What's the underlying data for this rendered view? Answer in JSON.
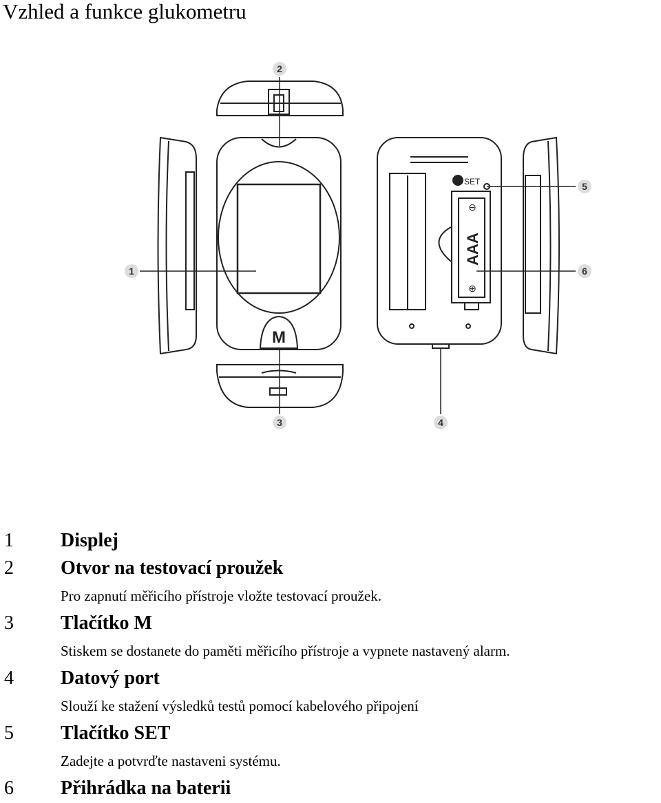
{
  "page_title": "Vzhled a funkce glukometru",
  "diagram": {
    "callouts": [
      "1",
      "2",
      "3",
      "4",
      "5",
      "6"
    ],
    "device_button_label": "M",
    "set_label": "SET",
    "battery_label": "AAA",
    "battery_plus": "⊕",
    "battery_minus": "⊖"
  },
  "items": [
    {
      "number": "1",
      "title": "Displej",
      "description": ""
    },
    {
      "number": "2",
      "title": "Otvor na testovací proužek",
      "description": "Pro zapnutí měřicího přístroje vložte testovací proužek."
    },
    {
      "number": "3",
      "title": "Tlačítko M",
      "description": "Stiskem se dostanete do paměti měřicího přístroje a vypnete nastavený alarm."
    },
    {
      "number": "4",
      "title": "Datový port",
      "description": "Slouží ke stažení výsledků testů pomocí kabelového připojení"
    },
    {
      "number": "5",
      "title": "Tlačítko SET",
      "description": "Zadejte a potvrďte nastaveni systému."
    },
    {
      "number": "6",
      "title": "Přihrádka na baterii",
      "description": ""
    }
  ]
}
